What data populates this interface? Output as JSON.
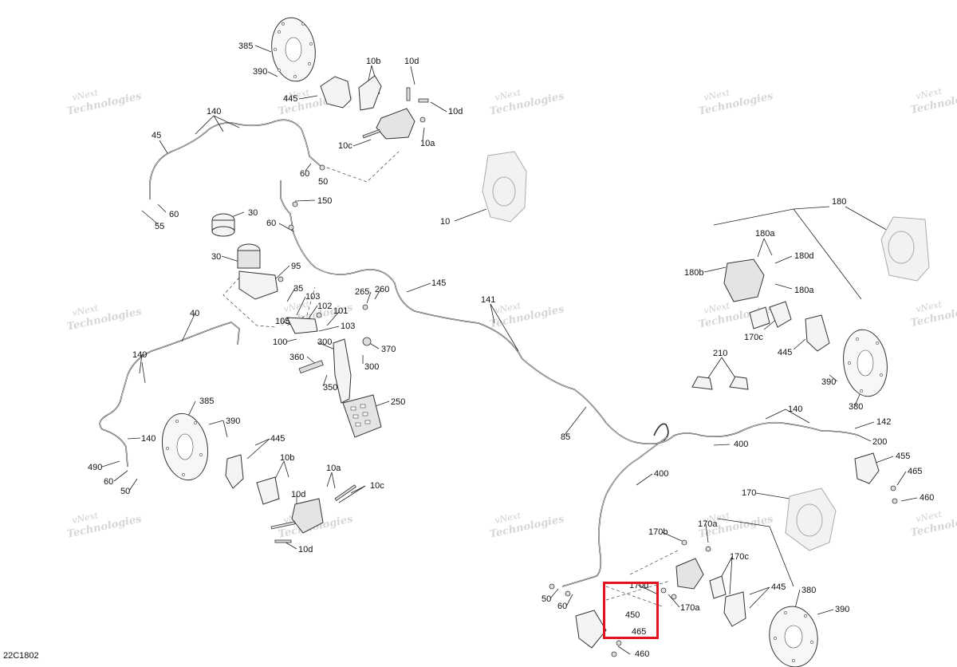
{
  "diagram_code": "22C1802",
  "watermark": [
    "vNext",
    "Technologies"
  ],
  "highlight": {
    "labels": [
      "450",
      "465"
    ]
  },
  "callouts": [
    {
      "id": "c385a",
      "text": "385"
    },
    {
      "id": "c390a",
      "text": "390"
    },
    {
      "id": "c445a",
      "text": "445"
    },
    {
      "id": "c10b_a",
      "text": "10b"
    },
    {
      "id": "c10d_a1",
      "text": "10d"
    },
    {
      "id": "c10d_a2",
      "text": "10d"
    },
    {
      "id": "c10c_a",
      "text": "10c"
    },
    {
      "id": "c10a_a",
      "text": "10a"
    },
    {
      "id": "c140a",
      "text": "140"
    },
    {
      "id": "c45",
      "text": "45"
    },
    {
      "id": "c60a",
      "text": "60"
    },
    {
      "id": "c50a",
      "text": "50"
    },
    {
      "id": "c60b",
      "text": "60"
    },
    {
      "id": "c55",
      "text": "55"
    },
    {
      "id": "c150",
      "text": "150"
    },
    {
      "id": "c30a",
      "text": "30"
    },
    {
      "id": "c60c",
      "text": "60"
    },
    {
      "id": "c30b",
      "text": "30"
    },
    {
      "id": "c95",
      "text": "95"
    },
    {
      "id": "c35",
      "text": "35"
    },
    {
      "id": "c103a",
      "text": "103"
    },
    {
      "id": "c102",
      "text": "102"
    },
    {
      "id": "c101",
      "text": "101"
    },
    {
      "id": "c265",
      "text": "265"
    },
    {
      "id": "c260",
      "text": "260"
    },
    {
      "id": "c105",
      "text": "105"
    },
    {
      "id": "c103b",
      "text": "103"
    },
    {
      "id": "c100",
      "text": "100"
    },
    {
      "id": "c300a",
      "text": "300"
    },
    {
      "id": "c370",
      "text": "370"
    },
    {
      "id": "c300b",
      "text": "300"
    },
    {
      "id": "c360",
      "text": "360"
    },
    {
      "id": "c350",
      "text": "350"
    },
    {
      "id": "c250",
      "text": "250"
    },
    {
      "id": "c145",
      "text": "145"
    },
    {
      "id": "c141",
      "text": "141"
    },
    {
      "id": "c10",
      "text": "10"
    },
    {
      "id": "c180",
      "text": "180"
    },
    {
      "id": "c180a1",
      "text": "180a"
    },
    {
      "id": "c180d",
      "text": "180d"
    },
    {
      "id": "c180b",
      "text": "180b"
    },
    {
      "id": "c180a2",
      "text": "180a"
    },
    {
      "id": "c170c_a",
      "text": "170c"
    },
    {
      "id": "c445b",
      "text": "445"
    },
    {
      "id": "c210",
      "text": "210"
    },
    {
      "id": "c390b",
      "text": "390"
    },
    {
      "id": "c380a",
      "text": "380"
    },
    {
      "id": "c40",
      "text": "40"
    },
    {
      "id": "c140b",
      "text": "140"
    },
    {
      "id": "c385b",
      "text": "385"
    },
    {
      "id": "c390c",
      "text": "390"
    },
    {
      "id": "c140c",
      "text": "140"
    },
    {
      "id": "c490",
      "text": "490"
    },
    {
      "id": "c60d",
      "text": "60"
    },
    {
      "id": "c50b",
      "text": "50"
    },
    {
      "id": "c445c",
      "text": "445"
    },
    {
      "id": "c10b_b",
      "text": "10b"
    },
    {
      "id": "c10a_b",
      "text": "10a"
    },
    {
      "id": "c10c_b",
      "text": "10c"
    },
    {
      "id": "c10d_b1",
      "text": "10d"
    },
    {
      "id": "c10d_b2",
      "text": "10d"
    },
    {
      "id": "c85",
      "text": "85"
    },
    {
      "id": "c140d",
      "text": "140"
    },
    {
      "id": "c142",
      "text": "142"
    },
    {
      "id": "c200",
      "text": "200"
    },
    {
      "id": "c400a",
      "text": "400"
    },
    {
      "id": "c400b",
      "text": "400"
    },
    {
      "id": "c455",
      "text": "455"
    },
    {
      "id": "c465a",
      "text": "465"
    },
    {
      "id": "c460a",
      "text": "460"
    },
    {
      "id": "c170",
      "text": "170"
    },
    {
      "id": "c170b",
      "text": "170b"
    },
    {
      "id": "c170a1",
      "text": "170a"
    },
    {
      "id": "c170d",
      "text": "170d"
    },
    {
      "id": "c170a2",
      "text": "170a"
    },
    {
      "id": "c170c_b",
      "text": "170c"
    },
    {
      "id": "c445d",
      "text": "445"
    },
    {
      "id": "c380b",
      "text": "380"
    },
    {
      "id": "c390d",
      "text": "390"
    },
    {
      "id": "c50c",
      "text": "50"
    },
    {
      "id": "c60e",
      "text": "60"
    },
    {
      "id": "c450",
      "text": "450"
    },
    {
      "id": "c465b",
      "text": "465"
    },
    {
      "id": "c460b",
      "text": "460"
    }
  ]
}
